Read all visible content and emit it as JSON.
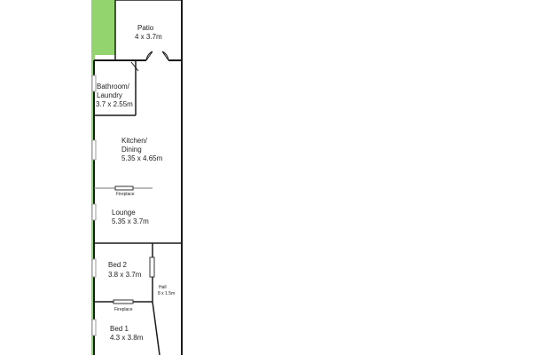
{
  "colors": {
    "garden": "#93d46e",
    "wall": "#1a1a1a",
    "partition": "#777777",
    "window": "#999999"
  },
  "rooms": {
    "patio": {
      "name": "Patio",
      "size": "4 x 3.7m"
    },
    "bathroom": {
      "name": "Bathroom/\nLaundry",
      "size": "3.7 x 2.55m"
    },
    "kitchen": {
      "name": "Kitchen/\nDining",
      "size": "5.35 x 4.65m"
    },
    "lounge": {
      "name": "Lounge",
      "size": "5.35 x 3.7m"
    },
    "bed2": {
      "name": "Bed 2",
      "size": "3.8 x 3.7m"
    },
    "hall": {
      "name": "Hall",
      "size": "8 x 1.5m"
    },
    "bed1": {
      "name": "Bed 1",
      "size": "4.3 x 3.8m"
    }
  },
  "fireplaces": {
    "upper": "Fireplace",
    "lower": "Fireplace"
  }
}
